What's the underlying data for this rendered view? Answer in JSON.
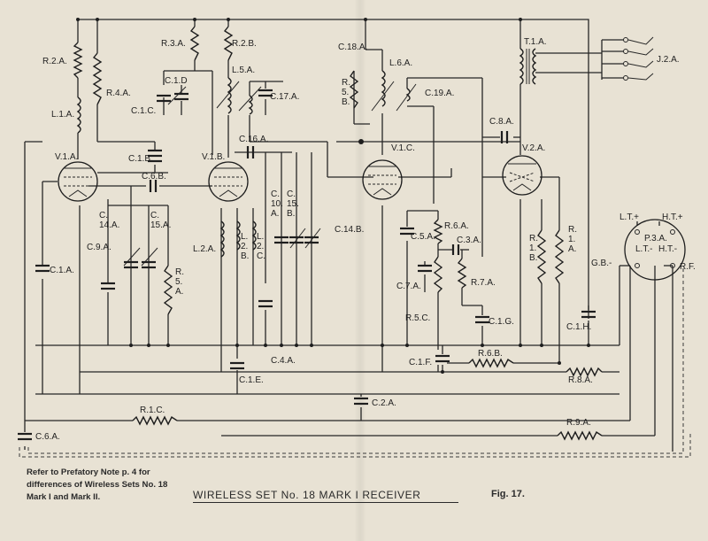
{
  "caption": {
    "title": "WIRELESS SET No. 18 MARK I RECEIVER",
    "figure": "Fig. 17.",
    "note_lines": [
      "Refer to Prefatory Note p. 4 for",
      "differences of Wireless Sets No. 18",
      "Mark I and Mark II."
    ]
  },
  "labels": {
    "r2a": "R.2.A.",
    "r4a": "R.4.A.",
    "l1a": "L.1.A.",
    "v1a": "V.1.A.",
    "c1a": "C.1.A.",
    "c14a": "C.\n14.A.",
    "c15a": "C.\n15.A.",
    "c9a": "C.9.A.",
    "r5a": "R.\n5.\nA.",
    "c6b": "C.6.B.",
    "c1b": "C.1.B.",
    "r3a": "R.3.A.",
    "r2b": "R.2.B.",
    "c1d": "C.1.D",
    "c1c": "C.1.C.",
    "l5a": "L.5.A.",
    "c17a": "C.17.A.",
    "v1b": "V.1.B.",
    "c16a": "C.16.A.",
    "l2a": "L.2.A.",
    "l2b": "L.\n2.\nB.",
    "l2c": "L.\n2.\nC.",
    "c10a": "C.\n10.\nA.",
    "c15b": "C.\n15.\nB.",
    "c14b": "C.14.B.",
    "c4a": "C.4.A.",
    "c1e": "C.1.E.",
    "c18a": "C.18.A.",
    "r5b": "R.\n5.\nB.",
    "l6a": "L.6.A.",
    "c19a": "C.19.A.",
    "v1c": "V.1.C.",
    "c5a": "C.5.A.",
    "r6a": "R.6.A.",
    "c3a": "C.3.A.",
    "r7a": "R.7.A.",
    "c7a": "C.7.A.",
    "r5c": "R.5.C.",
    "c1g": "C.1.G.",
    "c1f": "C.1.F.",
    "r6b": "R.6.B.",
    "t1a": "T.1.A.",
    "j2a": "J.2.A.",
    "c8a": "C.8.A.",
    "v2a": "V.2.A.",
    "r1b": "R.\n1.\nB.",
    "r1a": "R.\n1.\nA.",
    "c1h": "C.1.H.",
    "lt_plus": "L.T.+",
    "ht_plus": "H.T.+",
    "p3a": "P.3.A.",
    "lt_minus": "L.T.-",
    "ht_minus": "H.T.-",
    "gb_minus": "G.B.-",
    "rf": "R.F.",
    "r8a": "R.8.A.",
    "c2a": "C.2.A.",
    "r1c": "R.1.C.",
    "r9a": "R.9.A.",
    "c6a": "C.6.A."
  }
}
